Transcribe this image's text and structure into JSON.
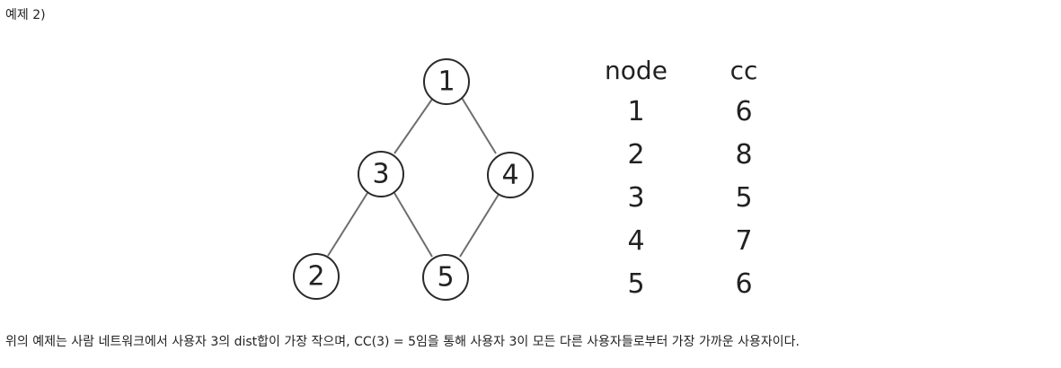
{
  "heading": "예제 2)",
  "graph": {
    "nodes": [
      {
        "id": "1",
        "label": "1"
      },
      {
        "id": "3",
        "label": "3"
      },
      {
        "id": "4",
        "label": "4"
      },
      {
        "id": "2",
        "label": "2"
      },
      {
        "id": "5",
        "label": "5"
      }
    ],
    "edges": [
      [
        "1",
        "3"
      ],
      [
        "1",
        "4"
      ],
      [
        "3",
        "2"
      ],
      [
        "3",
        "5"
      ],
      [
        "4",
        "5"
      ]
    ]
  },
  "table": {
    "headers": [
      "node",
      "cc"
    ],
    "rows": [
      [
        "1",
        "6"
      ],
      [
        "2",
        "8"
      ],
      [
        "3",
        "5"
      ],
      [
        "4",
        "7"
      ],
      [
        "5",
        "6"
      ]
    ]
  },
  "caption": "위의 예제는 사람 네트워크에서 사용자 3의 dist합이 가장 작으며, CC(3) = 5임을 통해 사용자 3이 모든 다른 사용자들로부터 가장 가까운 사용자이다."
}
